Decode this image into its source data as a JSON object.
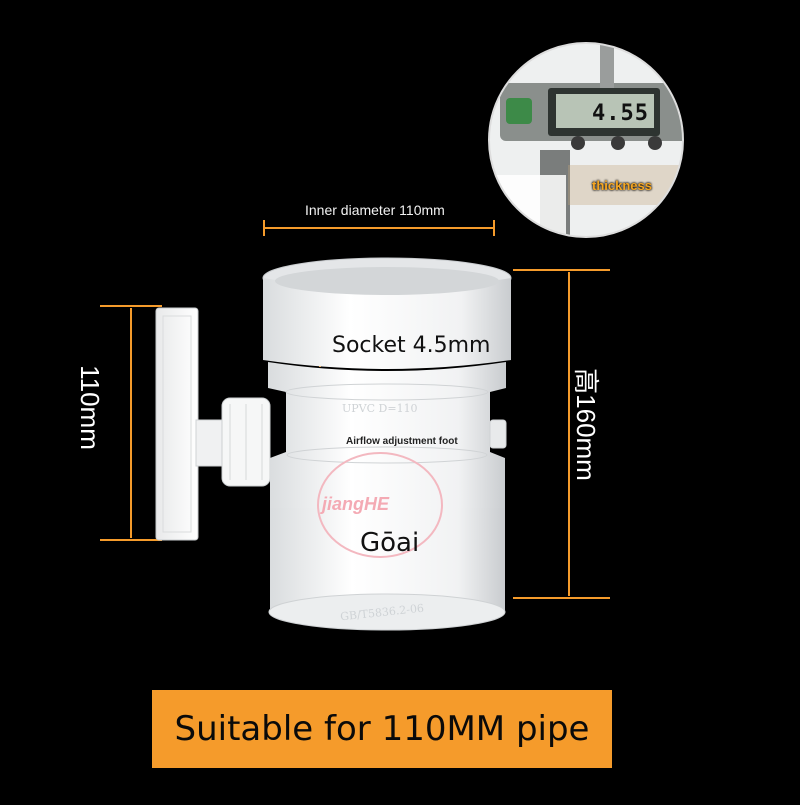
{
  "annotations": {
    "inner_diameter": "Inner diameter 110mm",
    "socket": "Socket 4.5mm",
    "airflow": "Airflow adjustment foot",
    "brand": "Gōai",
    "thickness": "thickness",
    "left_dimension": "110mm",
    "right_dimension": "高160mm"
  },
  "caliper": {
    "reading": "4.55"
  },
  "embossed": {
    "line1": "UPVC D=110",
    "line2": "GB/T5836.2-06",
    "watermark": "jiangHE"
  },
  "banner": {
    "text": "Suitable for 110MM pipe"
  },
  "colors": {
    "accent": "#f59b2b",
    "background": "#000000",
    "product": "#f4f4f4"
  }
}
